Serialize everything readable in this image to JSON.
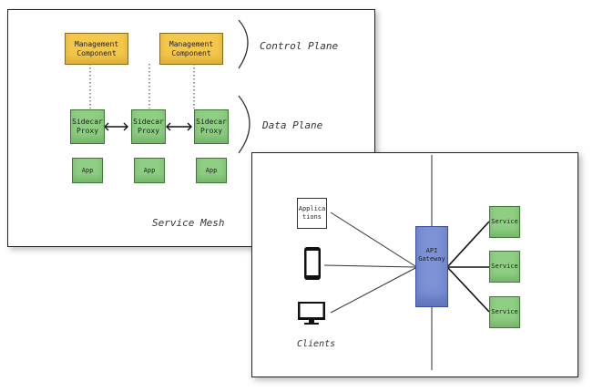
{
  "service_mesh": {
    "management_components": [
      "Management\nComponent",
      "Management\nComponent"
    ],
    "sidecars": [
      "Sidecar\nProxy",
      "Sidecar\nProxy",
      "Sidecar\nProxy"
    ],
    "apps": [
      "App",
      "App",
      "App"
    ],
    "control_plane_label": "Control Plane",
    "data_plane_label": "Data Plane",
    "title": "Service Mesh"
  },
  "api_gateway_diagram": {
    "gateway_label": "API\nGateway",
    "applications_label": "Applica\ntions",
    "services": [
      "Service",
      "Service",
      "Service"
    ],
    "clients_label": "Clients"
  }
}
